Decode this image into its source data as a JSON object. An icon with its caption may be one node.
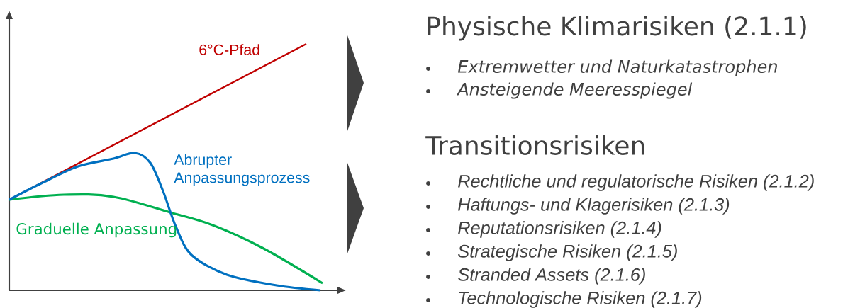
{
  "diagram": {
    "nodes": [
      {
        "text": [],
        "shape": "chevron"
      },
      {
        "text": [],
        "shape": "chevron"
      }
    ],
    "labels": [
      "6°C-Pfad",
      "Abrupter Anpassungsprozess",
      "Graduelle Anpassung",
      "Physische Klimarisiken (2.1.1)",
      "Extremwetter und Naturkatastrophen",
      "Ansteigende Meeresspiegel",
      "Transitionsrisiken",
      "Rechtliche und regulatorische Risiken (2.1.2)",
      "Haftungs- und Klagerisiken (2.1.3)",
      "Reputationsrisiken (2.1.4)",
      "Strategische Risiken (2.1.5)",
      "Stranded Assets (2.1.6)",
      "Technologische Risiken (2.1.7)"
    ]
  }
}
